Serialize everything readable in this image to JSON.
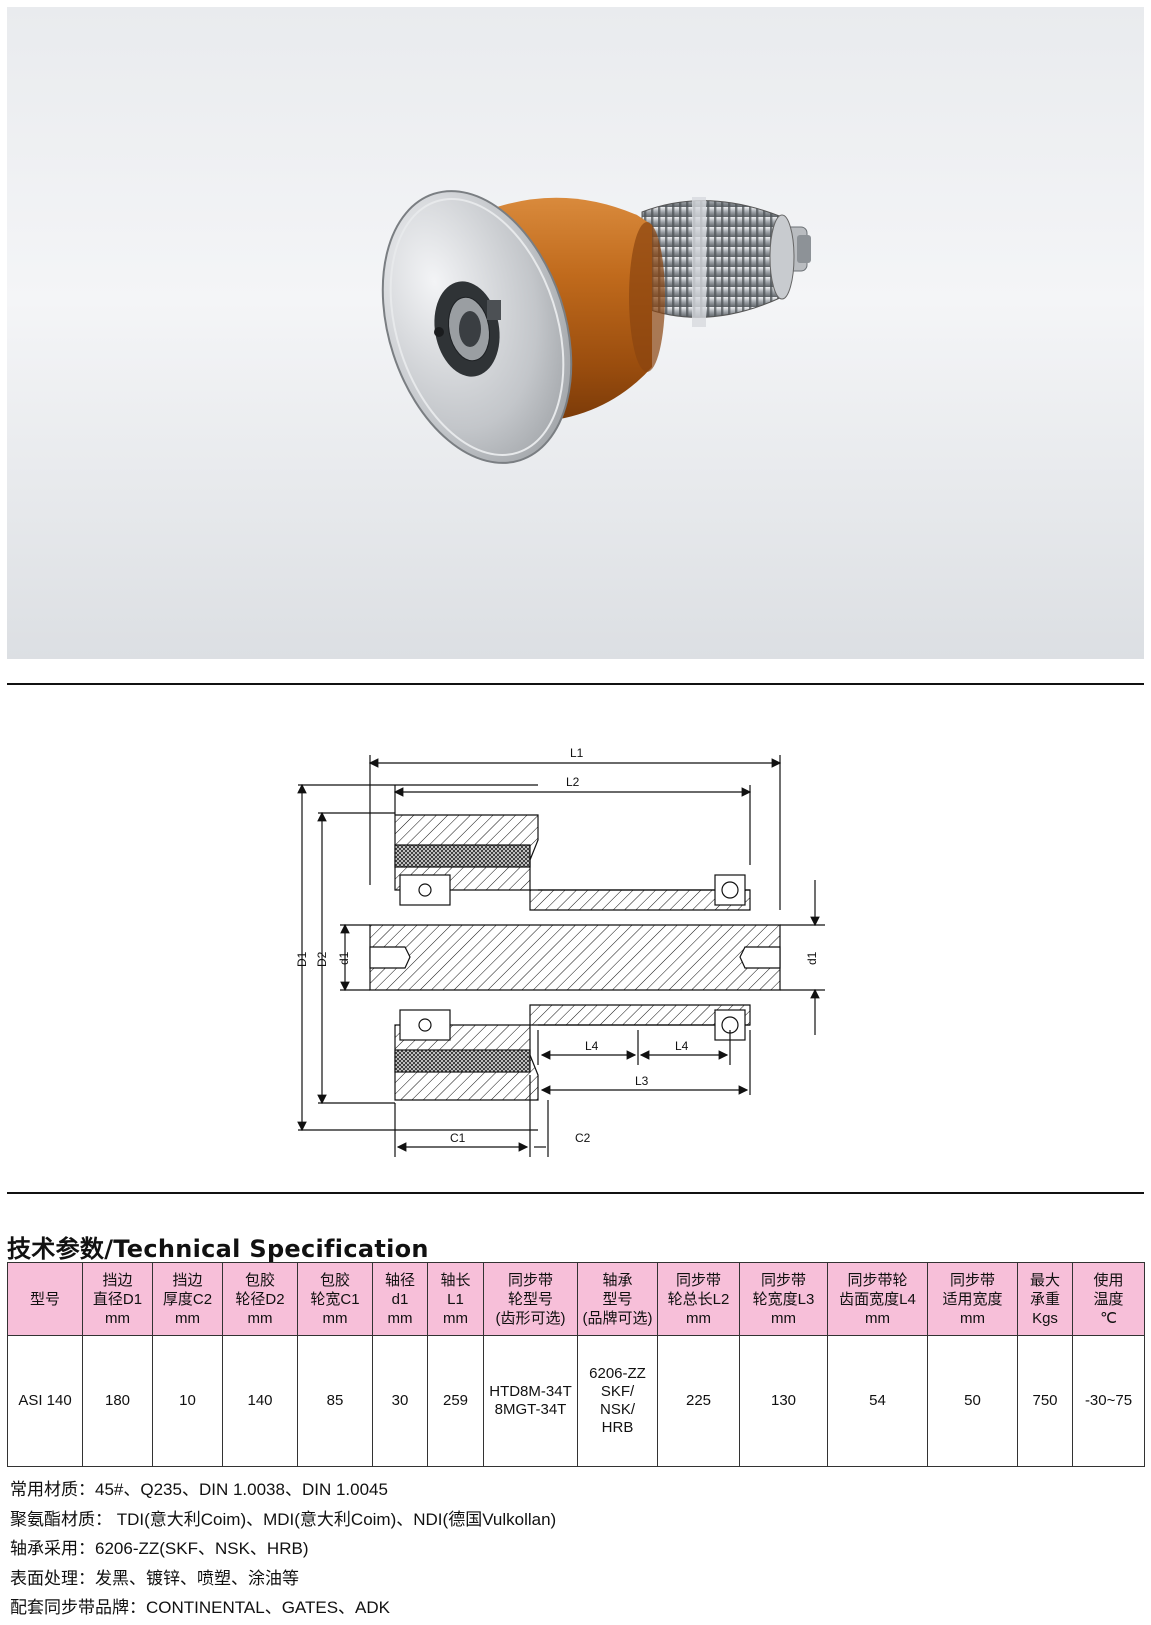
{
  "drawing": {
    "labels": {
      "L1": "L1",
      "L2": "L2",
      "L3": "L3",
      "L4": "L4",
      "D1": "D1",
      "D2": "D2",
      "d1": "d1",
      "C1": "C1",
      "C2": "C2"
    }
  },
  "spec": {
    "title": "技术参数/Technical Specification",
    "headers": [
      [
        "型号"
      ],
      [
        "挡边",
        "直径D1",
        "mm"
      ],
      [
        "挡边",
        "厚度C2",
        "mm"
      ],
      [
        "包胶",
        "轮径D2",
        "mm"
      ],
      [
        "包胶",
        "轮宽C1",
        "mm"
      ],
      [
        "轴径",
        "d1",
        "mm"
      ],
      [
        "轴长",
        "L1",
        "mm"
      ],
      [
        "同步带",
        "轮型号",
        "(齿形可选)"
      ],
      [
        "轴承",
        "型号",
        "(品牌可选)"
      ],
      [
        "同步带",
        "轮总长L2",
        "mm"
      ],
      [
        "同步带",
        "轮宽度L3",
        "mm"
      ],
      [
        "同步带轮",
        "齿面宽度L4",
        "mm"
      ],
      [
        "同步带",
        "适用宽度",
        "mm"
      ],
      [
        "最大",
        "承重",
        "Kgs"
      ],
      [
        "使用",
        "温度",
        "℃"
      ]
    ],
    "row": [
      [
        "ASI 140"
      ],
      [
        "180"
      ],
      [
        "10"
      ],
      [
        "140"
      ],
      [
        "85"
      ],
      [
        "30"
      ],
      [
        "259"
      ],
      [
        "HTD8M-34T",
        "8MGT-34T"
      ],
      [
        "6206-ZZ",
        "SKF/",
        "NSK/",
        "HRB"
      ],
      [
        "225"
      ],
      [
        "130"
      ],
      [
        "54"
      ],
      [
        "50"
      ],
      [
        "750"
      ],
      [
        "-30~75"
      ]
    ]
  },
  "notes": [
    "常用材质：45#、Q235、DIN 1.0038、DIN 1.0045",
    "聚氨酯材质： TDI(意大利Coim)、MDI(意大利Coim)、NDI(德国Vulkollan)",
    "轴承采用：6206-ZZ(SKF、NSK、HRB)",
    "表面处理：发黑、镀锌、喷塑、涂油等",
    "配套同步带品牌：CONTINENTAL、GATES、ADK"
  ],
  "colors": {
    "header_bg": "#f7bfd9",
    "urethane": "#b5651d",
    "steel": "#c9ccd0"
  }
}
